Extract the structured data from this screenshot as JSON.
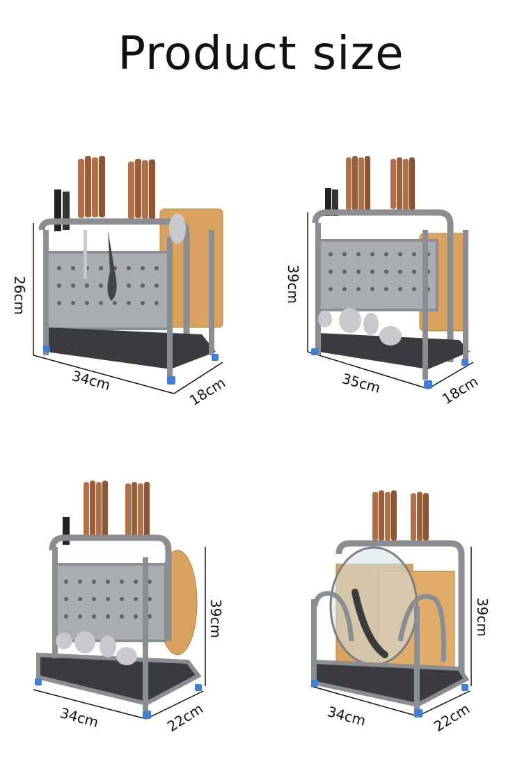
{
  "title": "Product size",
  "products": [
    {
      "height": "26cm",
      "width": "34cm",
      "depth": "18cm"
    },
    {
      "height": "39cm",
      "width": "35cm",
      "depth": "18cm"
    },
    {
      "height": "39cm",
      "width": "34cm",
      "depth": "22cm"
    },
    {
      "height": "39cm",
      "width": "34cm",
      "depth": "22cm"
    }
  ],
  "colors": {
    "frame": "#8a8d92",
    "wood": "#c98a4a",
    "board": "#d9a35f",
    "foot": "#3f7fd6",
    "tray": "#3a3b3e"
  }
}
